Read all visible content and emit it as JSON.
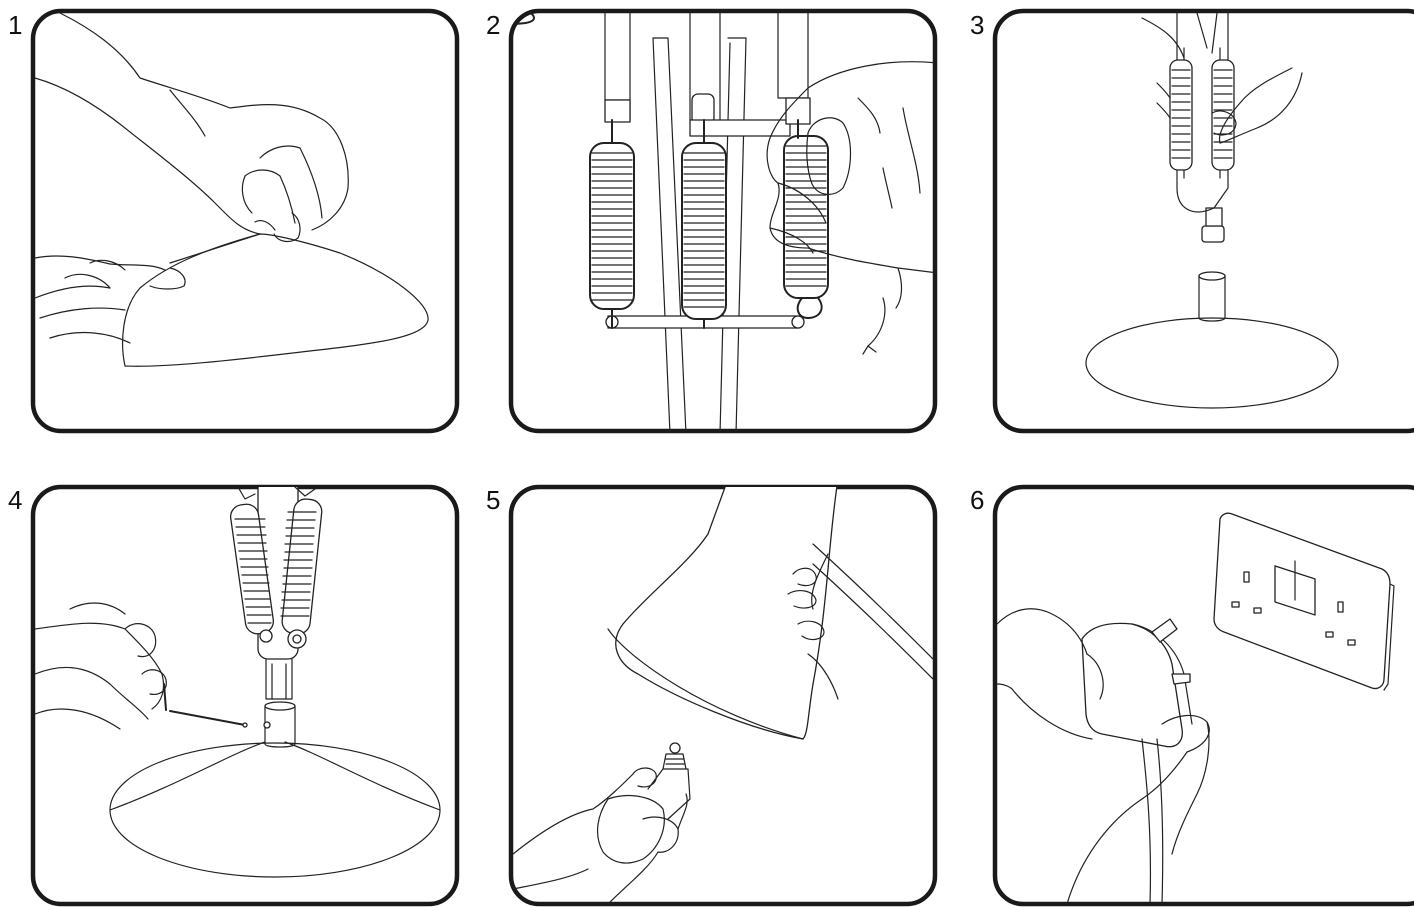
{
  "steps": [
    {
      "number": "1",
      "icon": "hand-removing-base-film-icon"
    },
    {
      "number": "2",
      "icon": "hand-attaching-spring-icon"
    },
    {
      "number": "3",
      "icon": "arm-inserted-into-base-icon"
    },
    {
      "number": "4",
      "icon": "allen-key-tightening-icon"
    },
    {
      "number": "5",
      "icon": "bulb-insertion-icon"
    },
    {
      "number": "6",
      "icon": "plug-into-wall-socket-icon"
    }
  ],
  "colors": {
    "line": "#222222",
    "frame": "#1a1a1a",
    "background": "#ffffff"
  }
}
